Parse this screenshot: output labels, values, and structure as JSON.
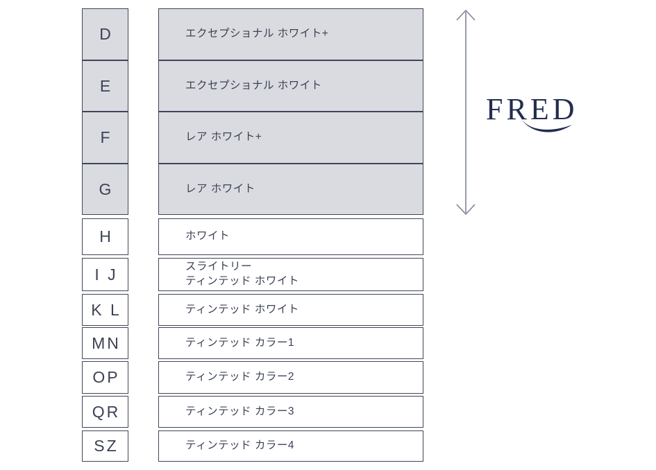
{
  "scale": {
    "rows": [
      {
        "letter": "D",
        "label": "エクセプショナル ホワイト+"
      },
      {
        "letter": "E",
        "label": "エクセプショナル ホワイト"
      },
      {
        "letter": "F",
        "label": "レア ホワイト+"
      },
      {
        "letter": "G",
        "label": "レア ホワイト"
      },
      {
        "letter": "H",
        "label": "ホワイト"
      },
      {
        "letter": "I J",
        "label": "スライトリー\nティンテッド ホワイト"
      },
      {
        "letter": "K L",
        "label": "ティンテッド ホワイト"
      },
      {
        "letter": "MN",
        "label": "ティンテッド カラー1"
      },
      {
        "letter": "OP",
        "label": "ティンテッド カラー2"
      },
      {
        "letter": "QR",
        "label": "ティンテッド カラー3"
      },
      {
        "letter": "SZ",
        "label": "ティンテッド カラー4"
      }
    ],
    "colors": {
      "highlight_fill": "#d9dbe0",
      "border": "#3e4557",
      "text": "#3b4254",
      "arrow": "#7d8494",
      "logo": "#232d50"
    }
  },
  "brand": {
    "logo_text": "FRED"
  },
  "icons": {
    "range_arrow": "vertical-double-arrow-icon"
  }
}
